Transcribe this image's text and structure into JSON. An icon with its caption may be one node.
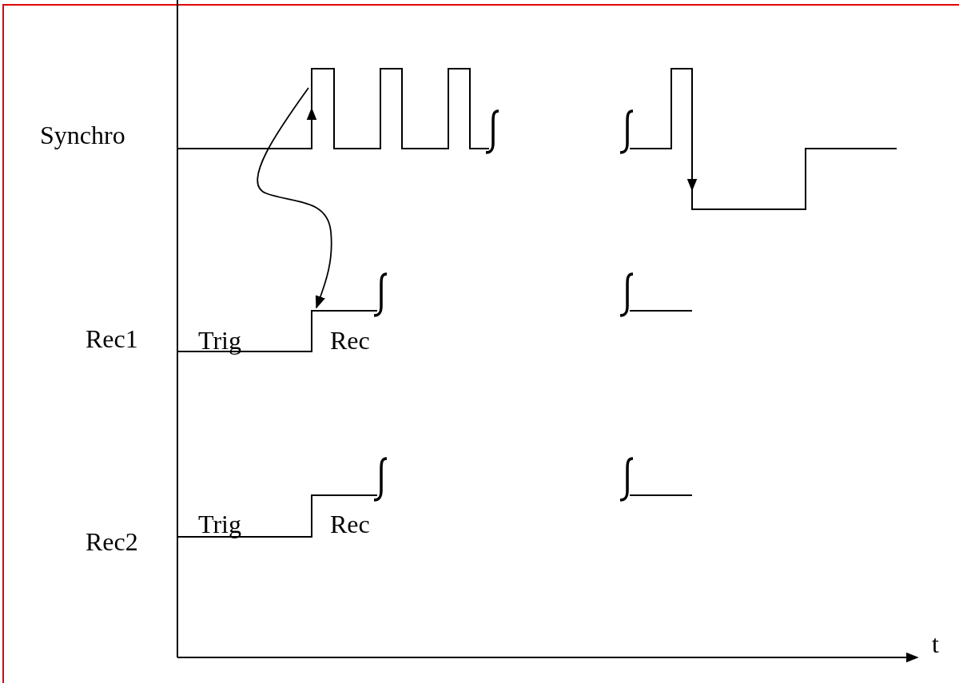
{
  "diagram": {
    "labels": [
      "Synchro",
      "Rec1",
      "Trig",
      "Rec",
      "Rec2",
      "Trig",
      "Rec",
      "t"
    ]
  }
}
